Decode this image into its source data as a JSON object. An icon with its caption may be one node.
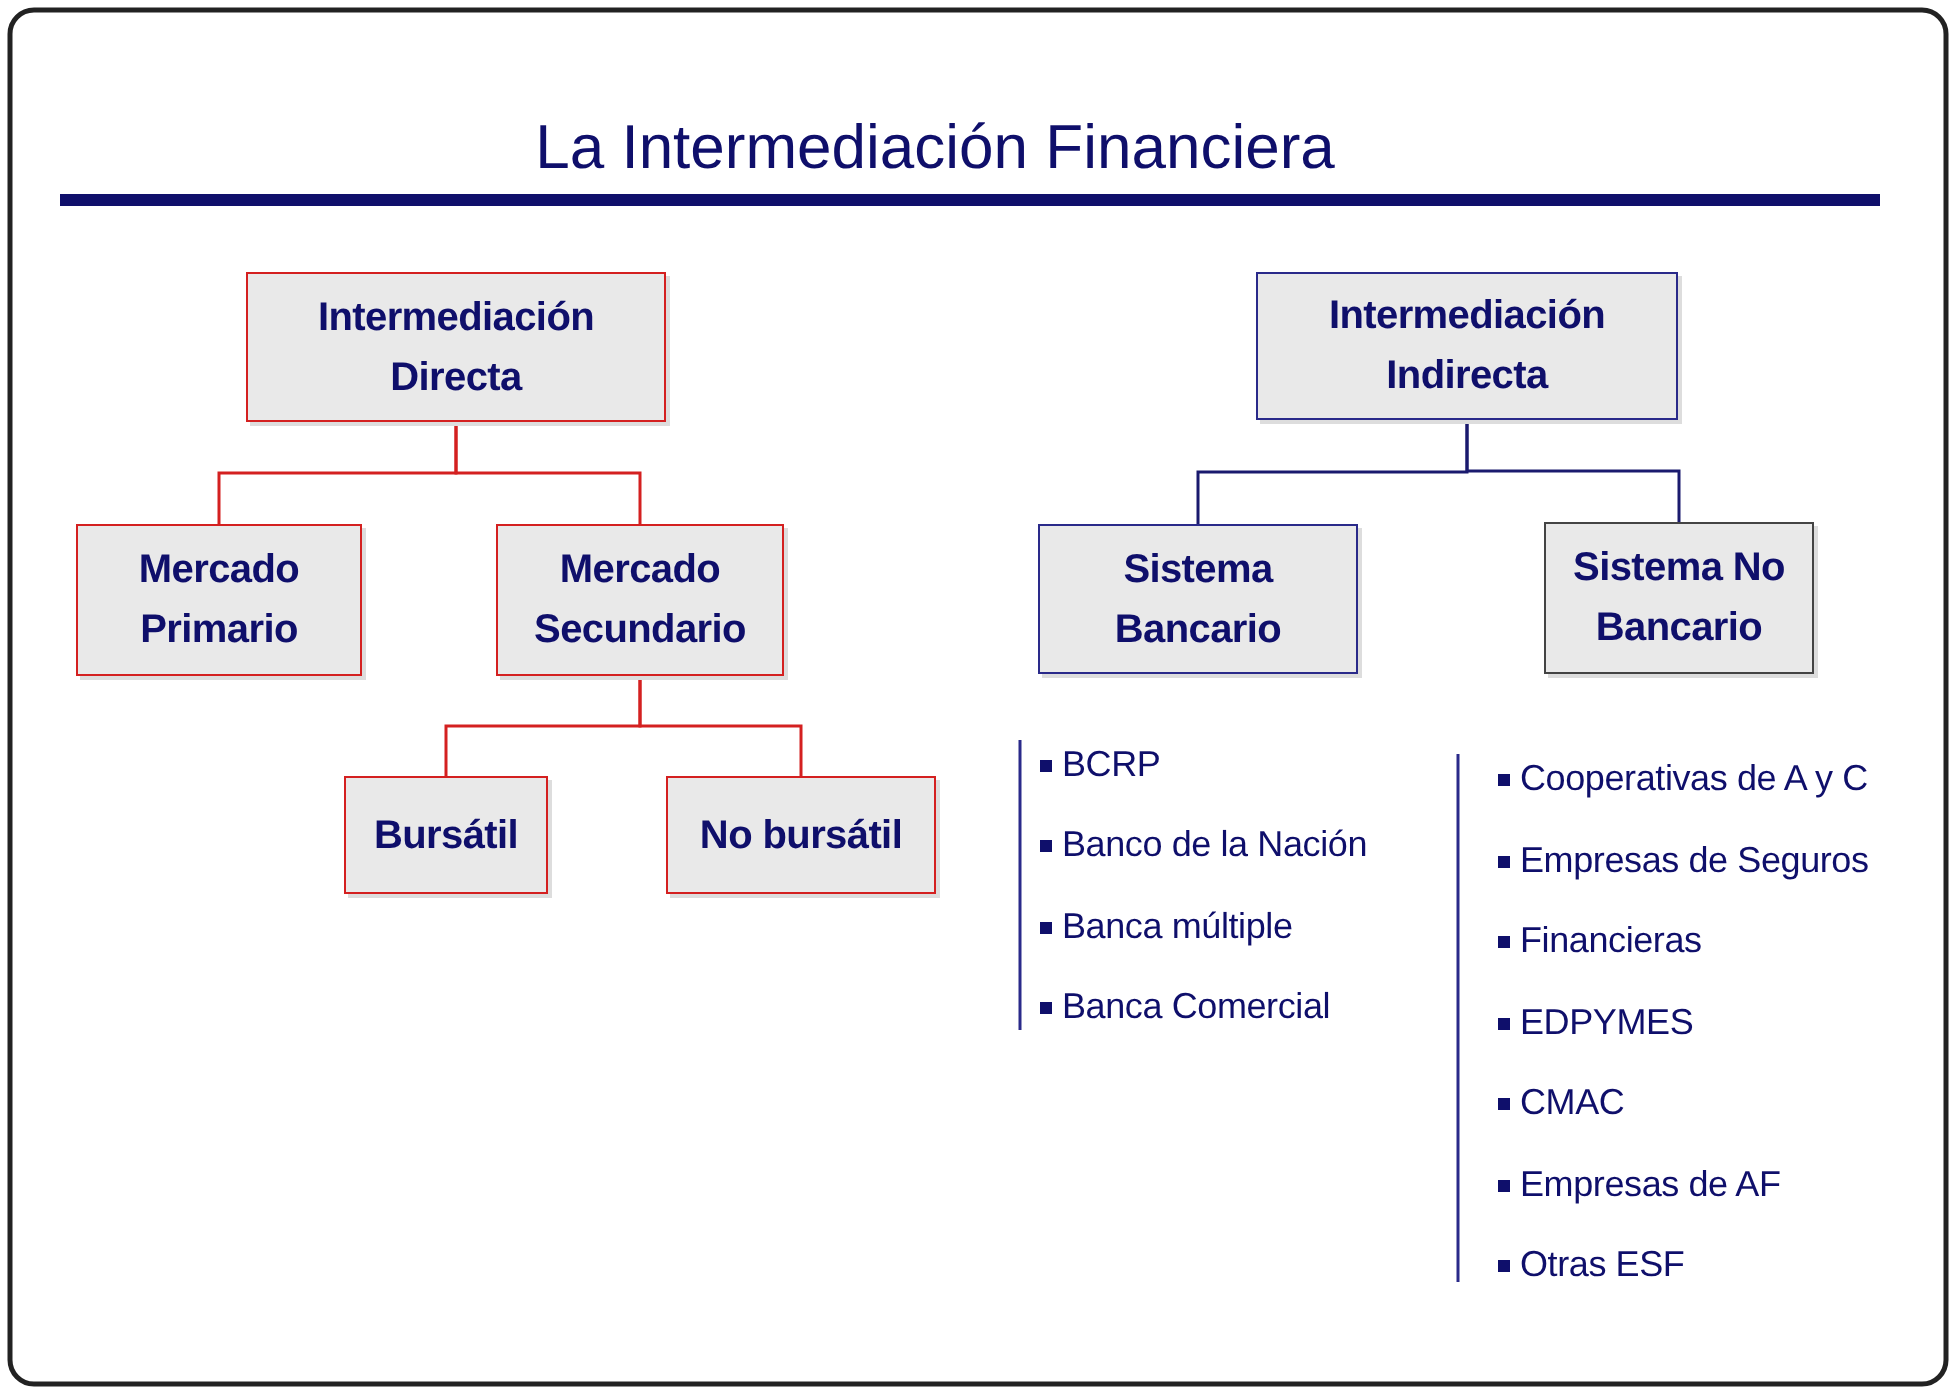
{
  "diagram": {
    "title": "La Intermediación Financiera",
    "nodes": [
      {
        "text": [
          "Intermediación Directa"
        ]
      },
      {
        "text": [
          "Mercado Primario"
        ]
      },
      {
        "text": [
          "Mercado Secundario"
        ]
      },
      {
        "text": [
          "Bursátil"
        ]
      },
      {
        "text": [
          "No bursátil"
        ]
      },
      {
        "text": [
          "Intermediación Indirecta"
        ]
      },
      {
        "text": [
          "Sistema Bancario"
        ]
      },
      {
        "text": [
          "Sistema No Bancario"
        ]
      }
    ],
    "edges": [
      {
        "from": 0,
        "to": 1,
        "arrow": "none"
      },
      {
        "from": 0,
        "to": 2,
        "arrow": "none"
      },
      {
        "from": 2,
        "to": 3,
        "arrow": "none"
      },
      {
        "from": 2,
        "to": 4,
        "arrow": "none"
      },
      {
        "from": 5,
        "to": 6,
        "arrow": "none",
        "color": "#1a1a6e"
      },
      {
        "from": 5,
        "to": 7,
        "arrow": "none",
        "color": "#1a1a6e"
      }
    ],
    "labels": [
      "BCRP",
      "Banco de la Nación",
      "Banca múltiple",
      "Banca Comercial",
      "Cooperativas de A y C",
      "Empresas de Seguros",
      "Financieras",
      "EDPYMES",
      "CMAC",
      "Empresas de AF",
      "Otras ESF"
    ]
  }
}
